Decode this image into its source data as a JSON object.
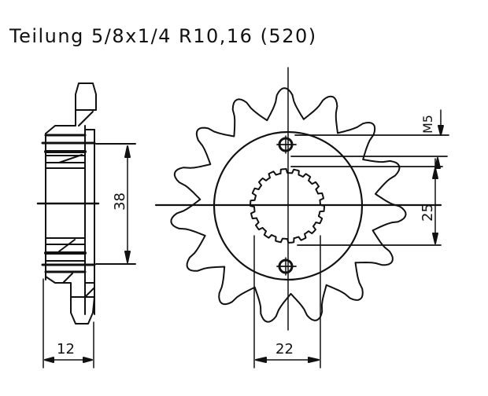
{
  "title": "Teilung 5/8x1/4 R10,16 (520)",
  "drawing": {
    "subject": "front sprocket",
    "teeth_count": 15,
    "line_color": "#111111",
    "background": "#ffffff"
  },
  "dimensions": {
    "side_view_height": "38",
    "side_view_width": "12",
    "spline_diameter": "22",
    "bolt_offset": "25",
    "bolt_thread": "M5"
  }
}
